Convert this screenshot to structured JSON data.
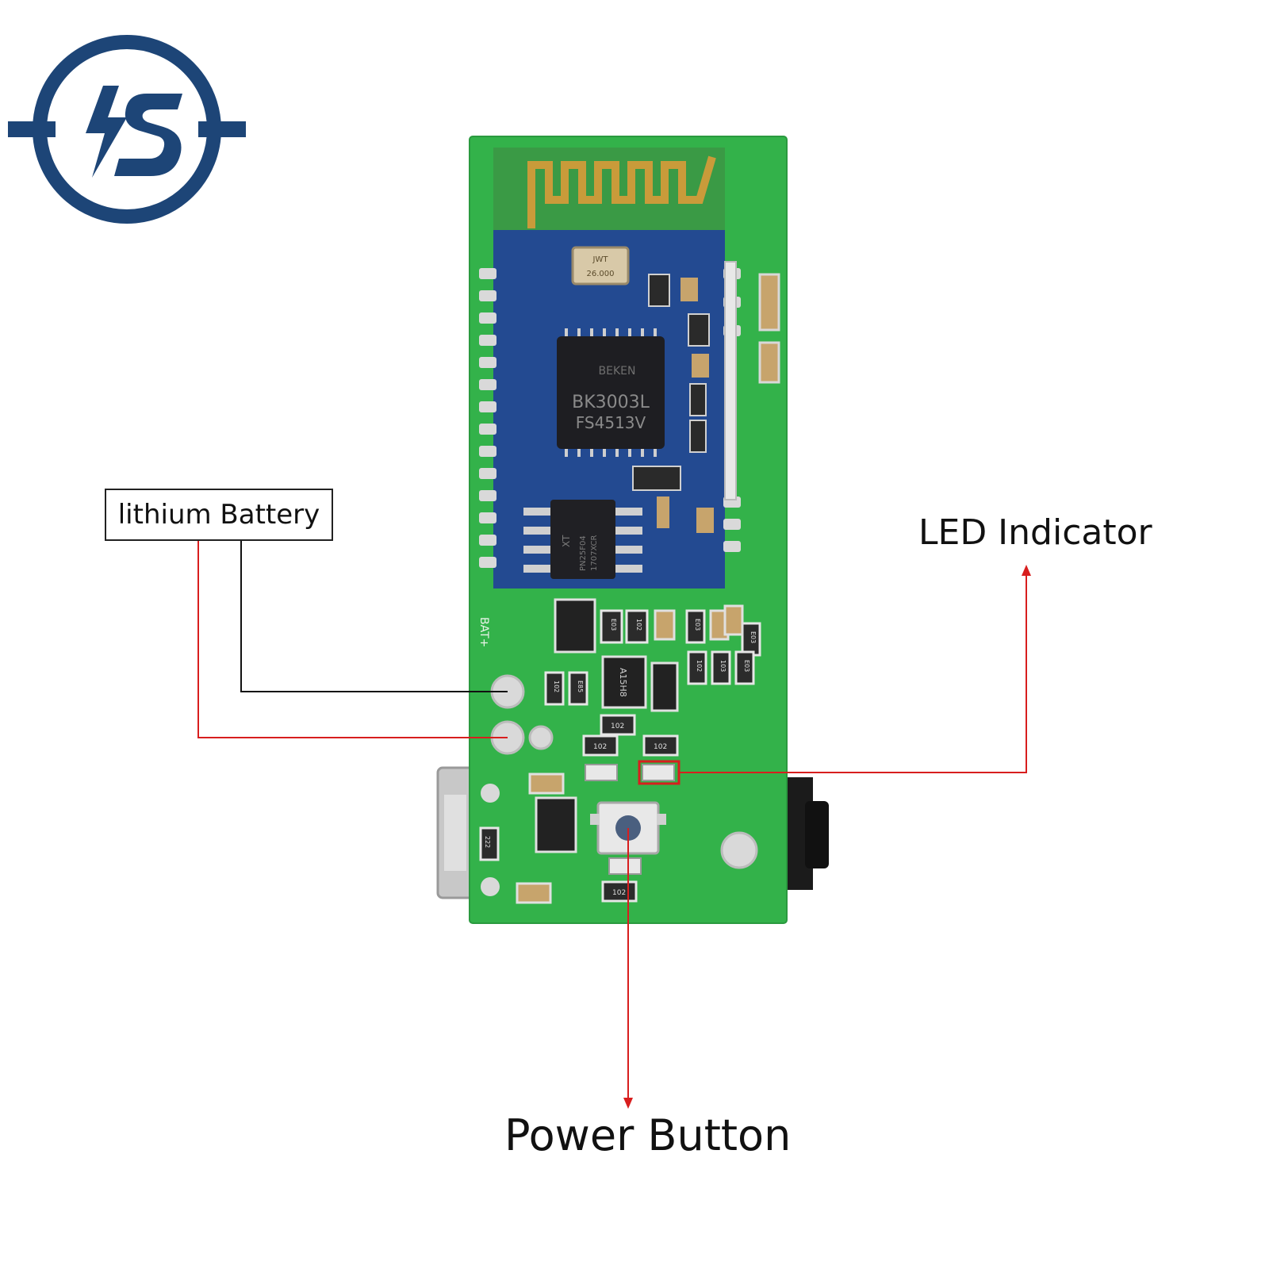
{
  "brand": {
    "logo_name": "brand-logo-icon",
    "logo_color": "#1d4577"
  },
  "board": {
    "pcb_color": "#33b24a",
    "module_color": "#234a91",
    "chip_main": {
      "line1": "BEKEN",
      "line2": "BK3003L",
      "line3": "FS4513V"
    },
    "chip_flash": {
      "line1": "XT",
      "line2": "PN25F04",
      "line3": "1707XCR"
    },
    "crystal": {
      "line1": "JWT",
      "line2": "26.000"
    },
    "silkscreen_bat": "BAT+",
    "chip_small": "A15H8",
    "resistor_codes": [
      "E03",
      "102",
      "E03",
      "102",
      "103",
      "E03",
      "102",
      "E03",
      "E85",
      "102",
      "102",
      "102",
      "102",
      "222"
    ]
  },
  "callouts": {
    "battery": "lithium Battery",
    "led": "LED Indicator",
    "power": "Power Button"
  },
  "colors": {
    "leader_red": "#d81e1e",
    "leader_black": "#111111"
  }
}
